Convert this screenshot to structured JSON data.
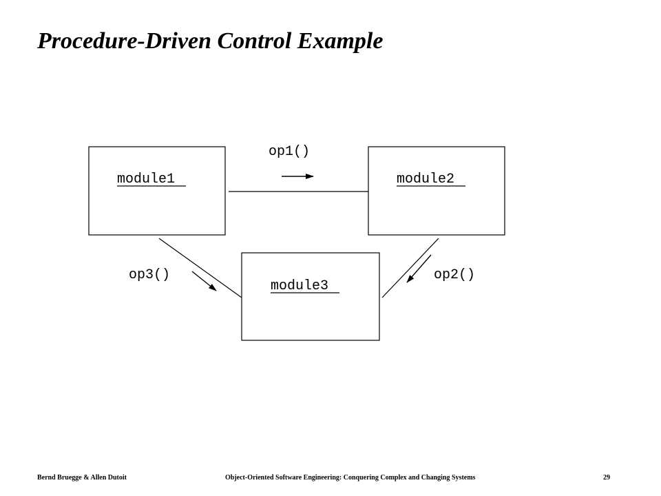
{
  "slide": {
    "title": "Procedure-Driven  Control Example"
  },
  "diagram": {
    "modules": [
      {
        "label": "module1"
      },
      {
        "label": "module2"
      },
      {
        "label": "module3"
      }
    ],
    "operations": [
      {
        "label": "op1()"
      },
      {
        "label": "op2()"
      },
      {
        "label": "op3()"
      }
    ]
  },
  "footer": {
    "authors": "Bernd Bruegge & Allen Dutoit",
    "book_title": "Object-Oriented Software Engineering: Conquering Complex and Changing Systems",
    "page_number": "29"
  }
}
